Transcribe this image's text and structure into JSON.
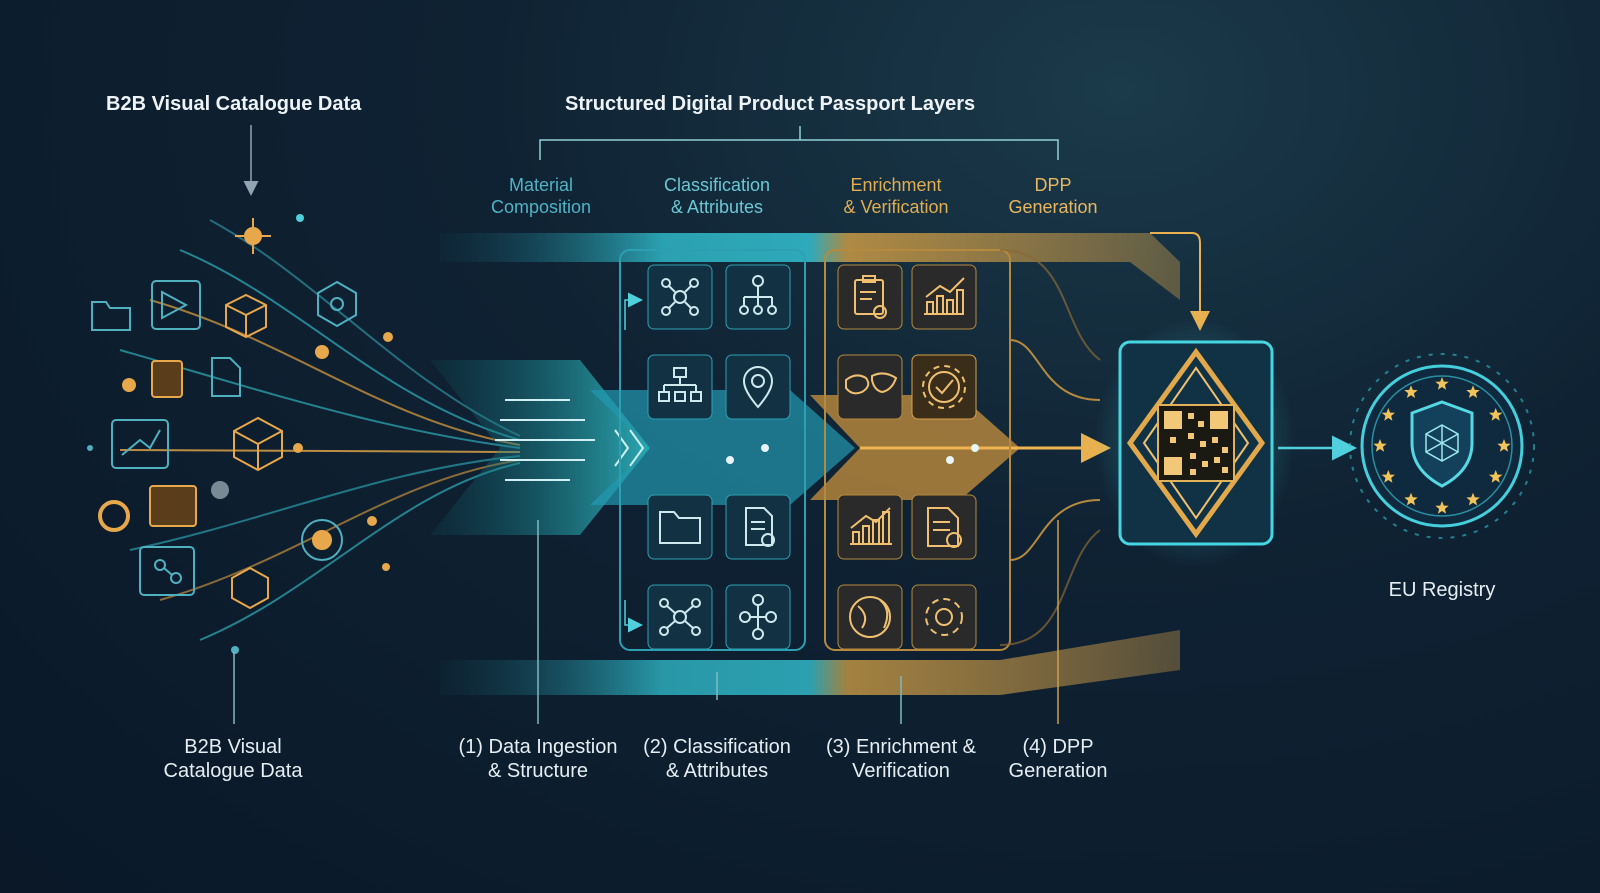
{
  "source_title": "B2B Visual Catalogue Data",
  "passport_title": "Structured Digital Product Passport Layers",
  "layers": [
    {
      "line1": "Material",
      "line2": "Composition",
      "color": "#4fb3c4"
    },
    {
      "line1": "Classification",
      "line2": "& Attributes",
      "color": "#6cc7d4"
    },
    {
      "line1": "Enrichment",
      "line2": "& Verification",
      "color": "#e0ad52"
    },
    {
      "line1": "DPP",
      "line2": "Generation",
      "color": "#e8b660"
    }
  ],
  "bottom_labels": [
    {
      "line1": "B2B Visual",
      "line2": "Catalogue Data"
    },
    {
      "line1": "(1) Data Ingestion",
      "line2": "& Structure"
    },
    {
      "line1": "(2) Classification",
      "line2": "& Attributes"
    },
    {
      "line1": "(3) Enrichment &",
      "line2": "Verification"
    },
    {
      "line1": "(4) DPP",
      "line2": "Generation"
    }
  ],
  "registry_label": "EU Registry",
  "colors": {
    "teal": "#37c7d4",
    "gold": "#e6a94a",
    "bg": "#0c1b2b"
  },
  "icons": {
    "teal_grid": [
      "network-icon",
      "org-chart-icon",
      "hierarchy-icon",
      "location-pin-icon",
      "folder-icon",
      "certified-document-icon",
      "molecule-icon",
      "node-graph-icon"
    ],
    "gold_grid": [
      "clipboard-check-icon",
      "bar-chart-icon",
      "world-map-icon",
      "gear-check-icon",
      "growth-chart-icon",
      "document-check-icon",
      "eco-globe-icon",
      "gear-icon"
    ]
  }
}
